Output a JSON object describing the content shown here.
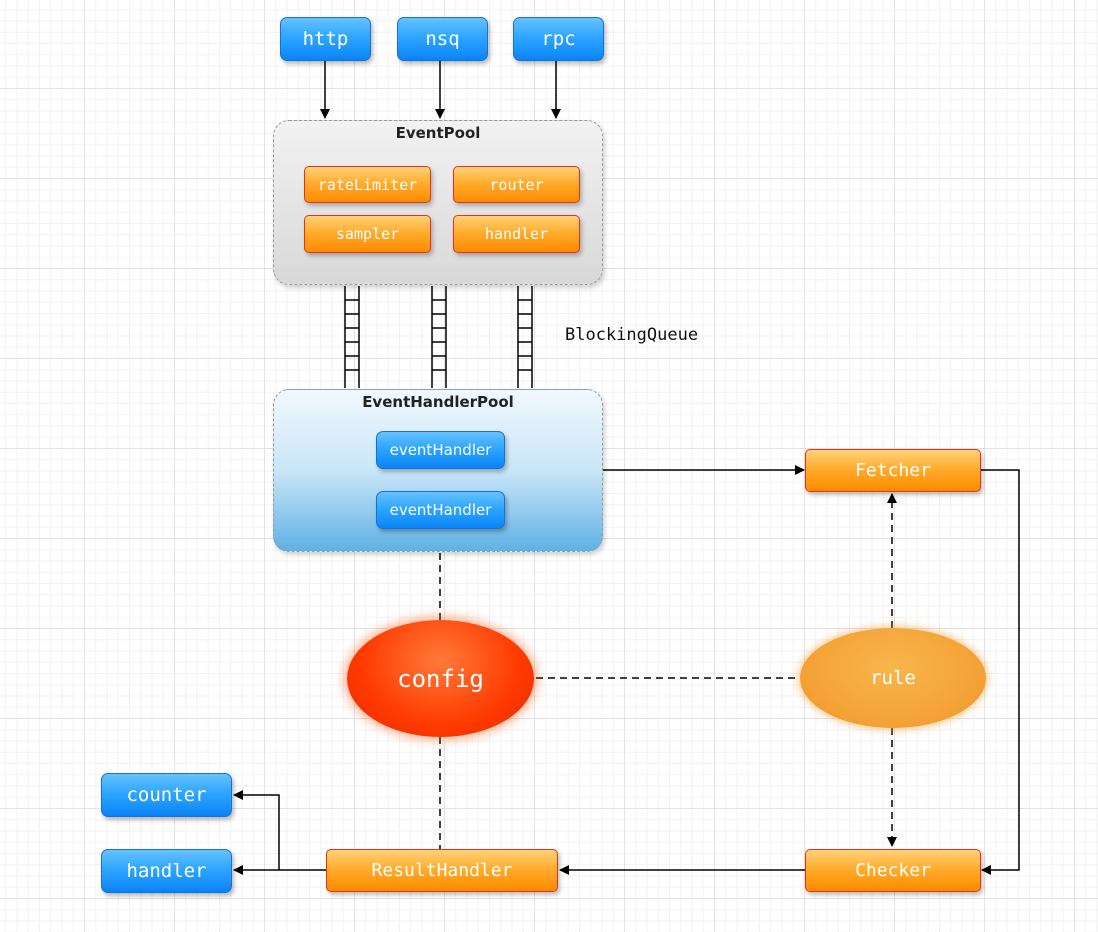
{
  "sources": [
    "http",
    "nsq",
    "rpc"
  ],
  "event_pool": {
    "title": "EventPool",
    "components": [
      "rateLimiter",
      "router",
      "sampler",
      "handler"
    ]
  },
  "queue_label": "BlockingQueue",
  "event_handler_pool": {
    "title": "EventHandlerPool",
    "handlers": [
      "eventHandler",
      "eventHandler"
    ]
  },
  "fetcher": "Fetcher",
  "config": "config",
  "rule": "rule",
  "checker": "Checker",
  "result_handler": "ResultHandler",
  "outputs": [
    "counter",
    "handler"
  ],
  "colors": {
    "blue_box": "#1e9bff",
    "orange_box": "#ff9d1c",
    "box_border_orange": "#e2321e",
    "config_fill": "#ff3a00",
    "rule_fill": "#f5a53a",
    "handler_pool_fill": "#5fb1e4",
    "event_pool_fill": "#e4e4e4"
  }
}
